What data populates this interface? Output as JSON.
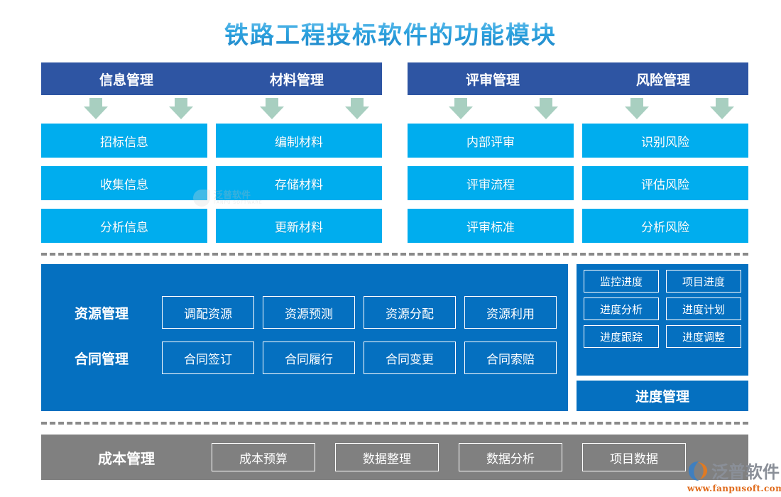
{
  "page": {
    "title": "铁路工程投标软件的功能模块"
  },
  "colors": {
    "header_blue": "#2E55A3",
    "cell_cyan": "#00ADEE",
    "panel_blue": "#0570C0",
    "arrow_green": "#A8CFC0",
    "bottom_gray": "#808080",
    "divider_gray": "#8A8A8A",
    "logo_orange": "#E06A1A"
  },
  "top": {
    "headers": [
      "信息管理",
      "材料管理",
      "评审管理",
      "风险管理"
    ],
    "arrow_icon": "arrow-down-icon",
    "arrow_count": 8,
    "columns": [
      {
        "header": "信息管理",
        "items": [
          "招标信息",
          "收集信息",
          "分析信息"
        ]
      },
      {
        "header": "材料管理",
        "items": [
          "编制材料",
          "存储材料",
          "更新材料"
        ]
      },
      {
        "header": "评审管理",
        "items": [
          "内部评审",
          "评审流程",
          "评审标准"
        ]
      },
      {
        "header": "风险管理",
        "items": [
          "识别风险",
          "评估风险",
          "分析风险"
        ]
      }
    ],
    "rows": [
      [
        "招标信息",
        "编制材料",
        "内部评审",
        "识别风险"
      ],
      [
        "收集信息",
        "存储材料",
        "评审流程",
        "评估风险"
      ],
      [
        "分析信息",
        "更新材料",
        "评审标准",
        "分析风险"
      ]
    ]
  },
  "middle": {
    "rows": [
      {
        "label": "资源管理",
        "items": [
          "调配资源",
          "资源预测",
          "资源分配",
          "资源利用"
        ]
      },
      {
        "label": "合同管理",
        "items": [
          "合同签订",
          "合同履行",
          "合同变更",
          "合同索赔"
        ]
      }
    ]
  },
  "progress": {
    "footer_label": "进度管理",
    "items": [
      "监控进度",
      "项目进度",
      "进度分析",
      "进度计划",
      "进度跟踪",
      "进度调整"
    ]
  },
  "bottom": {
    "label": "成本管理",
    "items": [
      "成本预算",
      "数据整理",
      "数据分析",
      "项目数据"
    ]
  },
  "watermark": {
    "center_cn": "泛普软件",
    "center_en": "FANPU SOFTWARE"
  },
  "logo": {
    "brand": "泛普软件",
    "url": "www.fanpusoft.com"
  }
}
